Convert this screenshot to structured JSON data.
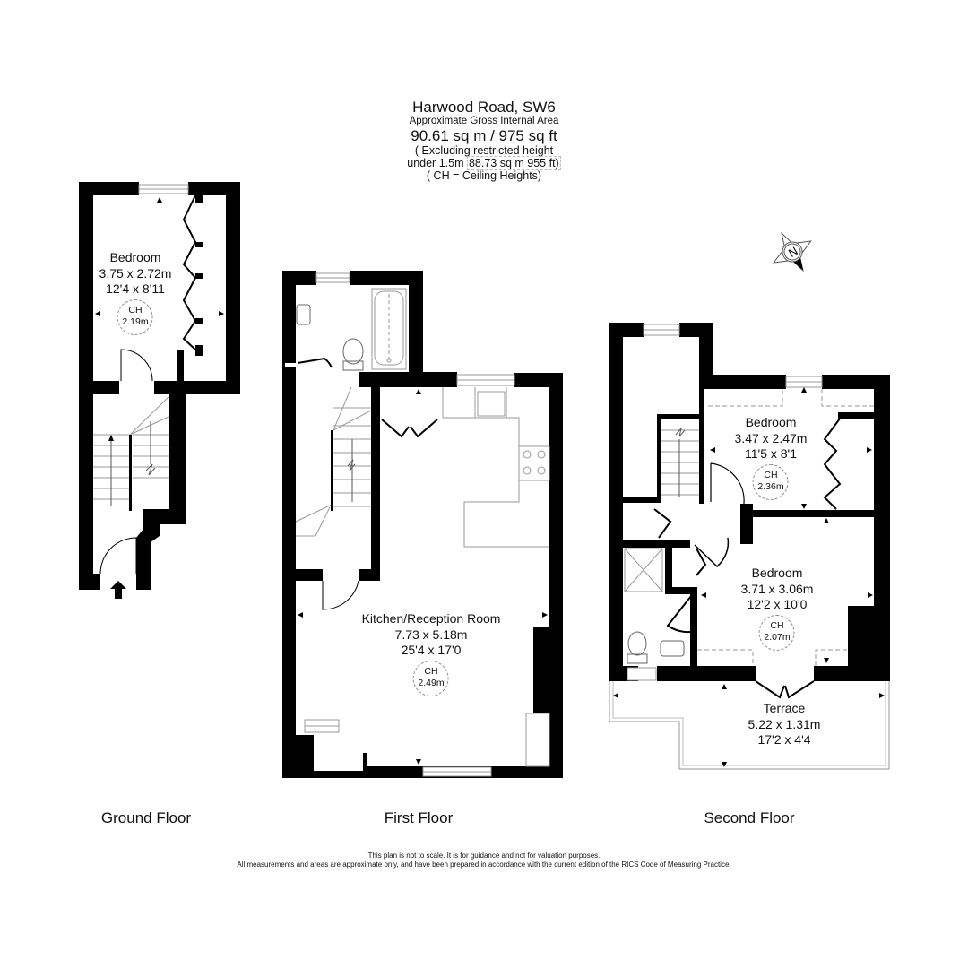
{
  "header": {
    "title": "Harwood Road, SW6",
    "subtitle": "Approximate Gross Internal Area",
    "area": "90.61 sq m / 975 sq ft",
    "excluding_line1": "( Excluding restricted height",
    "excluding_prefix": "under 1.5m",
    "excluding_value": "88.73 sq m 955 ft)",
    "ch_note": "( CH = Ceiling Heights)"
  },
  "compass": {
    "label": "N",
    "icon": "north-compass-icon"
  },
  "floors": [
    {
      "label": "Ground Floor",
      "rooms": [
        {
          "name": "Bedroom",
          "metric": "3.75 x 2.72m",
          "imperial": "12'4 x 8'11",
          "ch_label": "CH",
          "ch_value": "2.19m"
        }
      ],
      "entrance_icon": "entrance-arrow-icon"
    },
    {
      "label": "First Floor",
      "rooms": [
        {
          "name": "Kitchen/Reception Room",
          "metric": "7.73 x 5.18m",
          "imperial": "25'4 x 17'0",
          "ch_label": "CH",
          "ch_value": "2.49m"
        }
      ]
    },
    {
      "label": "Second Floor",
      "rooms": [
        {
          "name": "Bedroom",
          "metric": "3.47 x 2.47m",
          "imperial": "11'5 x 8'1",
          "ch_label": "CH",
          "ch_value": "2.36m"
        },
        {
          "name": "Bedroom",
          "metric": "3.71 x 3.06m",
          "imperial": "12'2 x 10'0",
          "ch_label": "CH",
          "ch_value": "2.07m"
        },
        {
          "name": "Terrace",
          "metric": "5.22 x 1.31m",
          "imperial": "17'2 x 4'4"
        }
      ]
    }
  ],
  "footer": {
    "line1": "This plan is not to scale. It is for guidance and not for valuation purposes.",
    "line2": "All measurements and areas are approximate only, and have been prepared in accordance with the current edition of the RICS Code of Measuring Practice."
  },
  "colors": {
    "wall": "#000000",
    "fixture": "#888888",
    "dashed": "#999999",
    "background": "#ffffff"
  }
}
